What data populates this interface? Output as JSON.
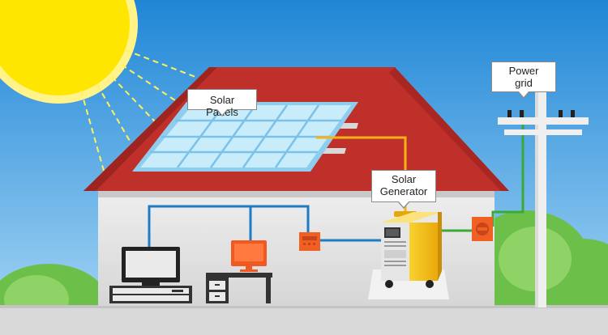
{
  "labels": {
    "solar_panels": "Solar Panels",
    "solar_generator_line1": "Solar",
    "solar_generator_line2": "Generator",
    "power_grid_line1": "Power",
    "power_grid_line2": "grid"
  },
  "colors": {
    "sky_top": "#1f86d6",
    "sky_bottom": "#9fd3f5",
    "sun": "#ffe600",
    "roof": "#c0302a",
    "house_wall": "#e2e2e2",
    "panel": "#b9e4f8",
    "wire_dc": "#f7b21a",
    "wire_ac": "#1f7cc3",
    "wire_grid": "#3aa935",
    "controller": "#f06022",
    "generator": "#f5c518",
    "ground": "#d8d8d8",
    "grass": "#6cc04a"
  },
  "icons": [
    "sun-icon",
    "solar-panel-icon",
    "tv-icon",
    "computer-icon",
    "charge-controller-icon",
    "solar-generator-icon",
    "electric-meter-icon",
    "power-pole-icon"
  ]
}
